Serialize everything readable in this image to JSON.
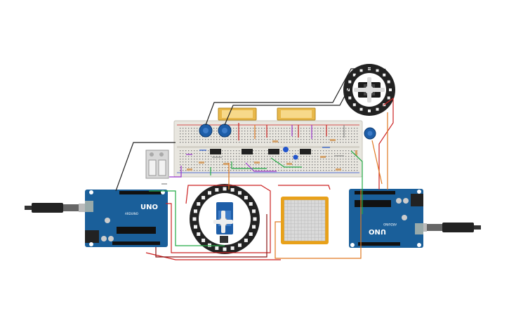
{
  "board_left": {
    "logo_text": "UNO",
    "brand_text": "ARDUINO"
  },
  "board_right": {
    "logo_text": "UNO",
    "brand_text": "ARDUINO"
  },
  "colors": {
    "board": "#1a5f9a",
    "breadboard": "#e8e6df",
    "display": "#f5c86a",
    "touchpad": "#e8a11a",
    "neopixel_ring": "#222222",
    "wire_red": "#cc2222",
    "wire_green": "#22aa44",
    "wire_orange": "#e07820",
    "wire_purple": "#9933cc",
    "wire_black": "#222222",
    "wire_gray": "#888888"
  },
  "components": {
    "lcd_displays": 2,
    "potentiometers": 3,
    "servos": 2,
    "neopixel_rings": 2,
    "ics": 4
  }
}
